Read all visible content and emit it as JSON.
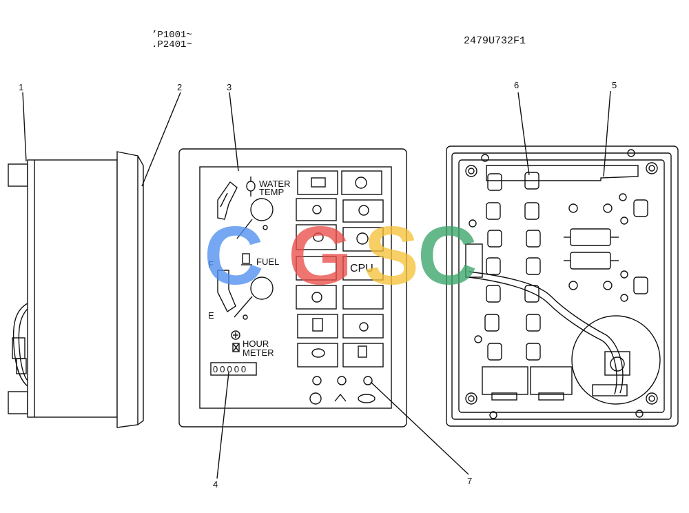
{
  "header": {
    "serial_line_1": "’P1001~",
    "serial_line_2": ".P2401~",
    "part_code": "2479U732F1"
  },
  "callouts": [
    "1",
    "2",
    "3",
    "4",
    "5",
    "6",
    "7"
  ],
  "panel": {
    "water_temp_line1": "WATER",
    "water_temp_line2": "TEMP",
    "fuel_label": "FUEL",
    "fuel_full": "F",
    "fuel_empty": "E",
    "hour_meter_line1": "HOUR",
    "hour_meter_line2": "METER",
    "hour_meter_digits": "00000",
    "cpu_label": "CPU"
  },
  "watermark": {
    "letters": [
      "C",
      "G",
      "S",
      "C"
    ],
    "colors": [
      "#4f8ff0",
      "#ea4f4a",
      "#f5c23a",
      "#3aa56a"
    ]
  }
}
